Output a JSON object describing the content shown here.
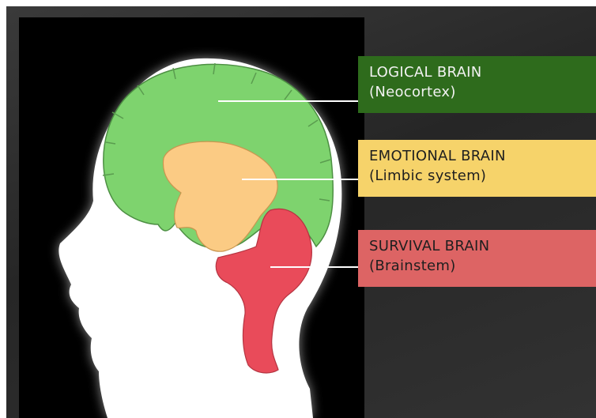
{
  "colors": {
    "neocortex": "#7ed36e",
    "limbic": "#fbcb84",
    "brainstem": "#e94b5a",
    "logical_box": "#2e6b1c",
    "emotional_box": "#f6d36a",
    "survival_box": "#dd6464"
  },
  "labels": [
    {
      "title": "LOGICAL BRAIN",
      "subtitle": "(Neocortex)"
    },
    {
      "title": "EMOTIONAL BRAIN",
      "subtitle": "(Limbic system)"
    },
    {
      "title": "SURVIVAL BRAIN",
      "subtitle": "(Brainstem)"
    }
  ]
}
